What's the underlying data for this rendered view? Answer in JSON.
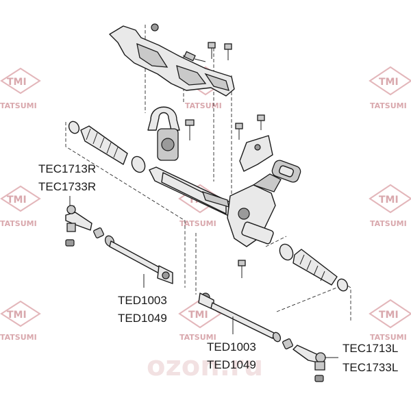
{
  "watermark": {
    "brand": "TMI",
    "name": "TATSUMI",
    "site": "ozon.ru"
  },
  "labels": {
    "tie_rod_end_right": [
      "TEC1713R",
      "TEC1733R"
    ],
    "inner_tie_rod_left": [
      "TED1003",
      "TED1049"
    ],
    "inner_tie_rod_right": [
      "TED1003",
      "TED1049"
    ],
    "tie_rod_end_left": [
      "TEC1713L",
      "TEC1733L"
    ]
  }
}
